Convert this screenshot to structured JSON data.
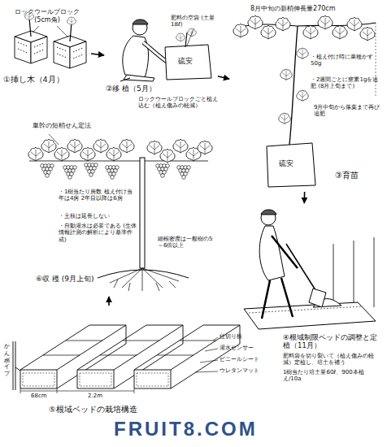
{
  "diagram": {
    "nodes": [
      {
        "text": [
          "ロックウールブロック (5cm角)",
          "①挿し木（4月）"
        ]
      },
      {
        "text": [
          "②移 植（5月）",
          "ロックウールブロックごと植え込む（植え傷みの軽減）",
          "肥料の空袋 (土量18ℓ)"
        ]
      },
      {
        "text": [
          "8月中旬の新梢伸長量270cm",
          "・植え付け時に菜種かす50g",
          "・2週間ごとに窒素1gを追肥 (8月上旬まで)",
          "9月中旬から落葉まで再び追肥",
          "③育苗"
        ]
      },
      {
        "text": [
          "④根域制限ベッドの調整と定植（11月）",
          "肥料袋を切り裂いて（植え傷みの軽減）定植し、培土を補う",
          "1樹当たり培土量60ℓ、900本植え/10a"
        ]
      },
      {
        "text": [
          "⑤根域ベッドの栽培構造"
        ]
      },
      {
        "text": [
          "単幹の短梢せん定法",
          "・1樹当たり房数 植え付け当年は4房 2年目以降は6房",
          "・主枝は延長しない",
          "・自動灌水は必要である (生体情報計測の解析により基準作成)",
          "細根密度は一般樹の5～6倍以上",
          "⑥収 穫 (9月上旬)"
        ]
      }
    ],
    "edges": [
      {
        "from": 0,
        "to": 1,
        "arrow": "to"
      },
      {
        "from": 1,
        "to": 2,
        "arrow": "to"
      },
      {
        "from": 2,
        "to": 3,
        "arrow": "to"
      },
      {
        "from": 4,
        "to": 5,
        "arrow": "to"
      }
    ],
    "labels": [
      "硫安",
      "硫安",
      "仕切り板",
      "灌水センサー",
      "ビニールシート",
      "ウレタンマット",
      "かん水パイプ",
      "68cm",
      "2.2m",
      "FRUIT8.COM"
    ]
  }
}
